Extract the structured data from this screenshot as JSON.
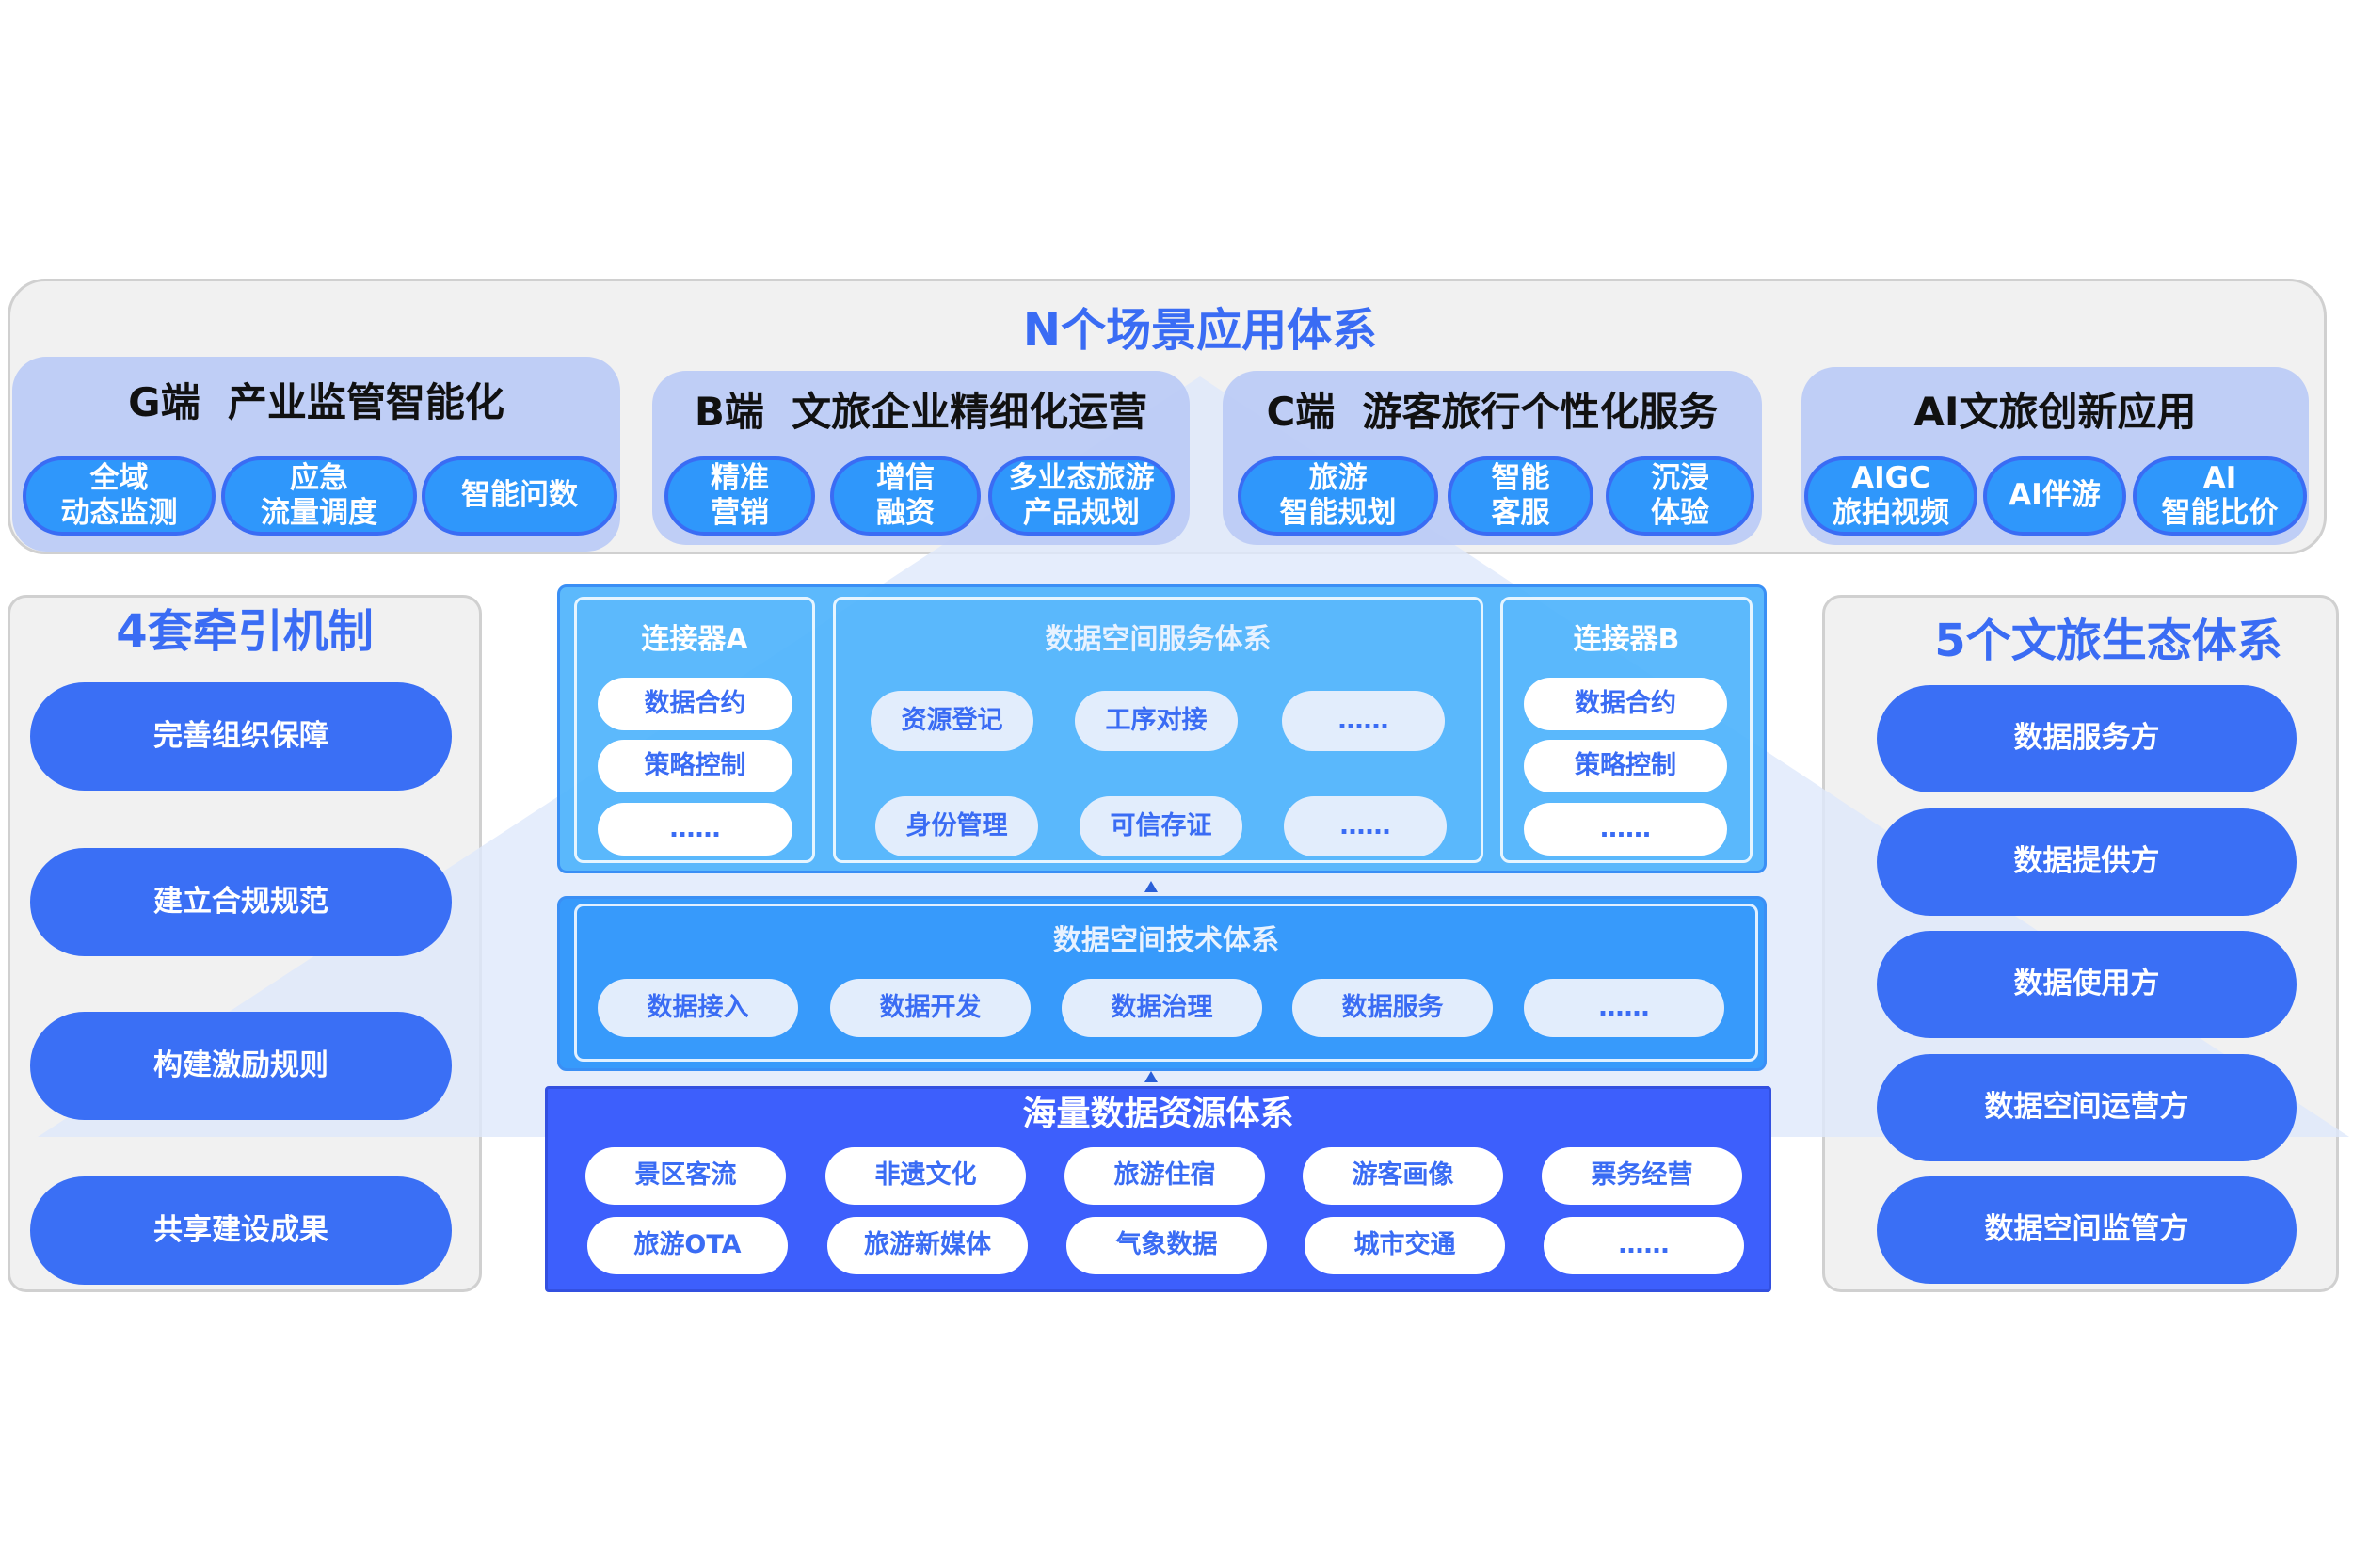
{
  "top": {
    "title": "N个场景应用体系",
    "groups": [
      {
        "title": "G端  产业监管智能化",
        "items": [
          "全域\n动态监测",
          "应急\n流量调度",
          "智能问数"
        ]
      },
      {
        "title": "B端  文旅企业精细化运营",
        "items": [
          "精准\n营销",
          "增信\n融资",
          "多业态旅游\n产品规划"
        ]
      },
      {
        "title": "C端  游客旅行个性化服务",
        "items": [
          "旅游\n智能规划",
          "智能\n客服",
          "沉浸\n体验"
        ]
      },
      {
        "title": "AI文旅创新应用",
        "items": [
          "AIGC\n旅拍视频",
          "AI伴游",
          "AI\n智能比价"
        ]
      }
    ]
  },
  "left": {
    "title": "4套牵引机制",
    "items": [
      "完善组织保障",
      "建立合规规范",
      "构建激励规则",
      "共享建设成果"
    ]
  },
  "right": {
    "title": "5个文旅生态体系",
    "items": [
      "数据服务方",
      "数据提供方",
      "数据使用方",
      "数据空间运营方",
      "数据空间监管方"
    ]
  },
  "service_layer": {
    "connector_a": {
      "title": "连接器A",
      "items": [
        "数据合约",
        "策略控制",
        "……"
      ]
    },
    "service": {
      "title": "数据空间服务体系",
      "items": [
        "资源登记",
        "工序对接",
        "……",
        "身份管理",
        "可信存证",
        "……"
      ]
    },
    "connector_b": {
      "title": "连接器B",
      "items": [
        "数据合约",
        "策略控制",
        "……"
      ]
    }
  },
  "tech_layer": {
    "title": "数据空间技术体系",
    "items": [
      "数据接入",
      "数据开发",
      "数据治理",
      "数据服务",
      "……"
    ]
  },
  "resource_layer": {
    "title": "海量数据资源体系",
    "items": [
      "景区客流",
      "非遗文化",
      "旅游住宿",
      "游客画像",
      "票务经营",
      "旅游OTA",
      "旅游新媒体",
      "气象数据",
      "城市交通",
      "……"
    ]
  },
  "colors": {
    "accent": "#3a6cf4",
    "pill": "#2f97fb",
    "service_bg": "#5bbcfc",
    "tech_bg": "#3399fb",
    "resource_bg": "#3d5ffc",
    "group_bg": "#bccbf5"
  }
}
